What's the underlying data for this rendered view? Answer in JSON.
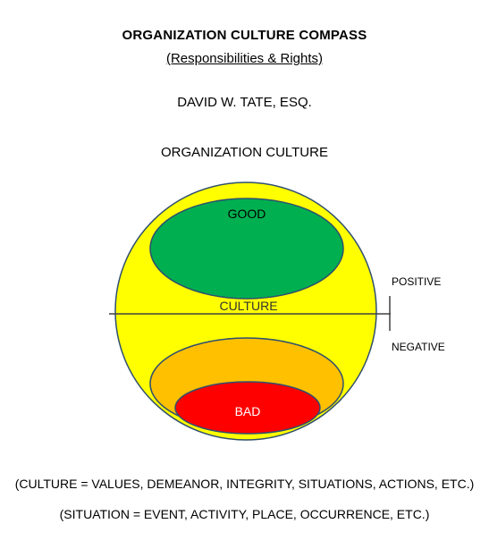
{
  "document": {
    "title": "ORGANIZATION CULTURE COMPASS",
    "subtitle": "(Responsibilities & Rights)",
    "author": "DAVID W. TATE, ESQ.",
    "heading": "ORGANIZATION CULTURE"
  },
  "diagram": {
    "labels": {
      "good": "GOOD",
      "culture": "CULTURE",
      "bad": "BAD",
      "positive": "POSITIVE",
      "negative": "NEGATIVE"
    },
    "colors": {
      "outer_circle": "#ffff00",
      "good_ellipse": "#00b050",
      "middle_band": "#ffc000",
      "bad_ellipse": "#ff0000",
      "outline": "#2f4f6f",
      "axis": "#404040"
    }
  },
  "notes": {
    "culture_definition": "(CULTURE = VALUES, DEMEANOR, INTEGRITY, SITUATIONS, ACTIONS, ETC.)",
    "situation_definition": "(SITUATION = EVENT, ACTIVITY, PLACE, OCCURRENCE, ETC.)"
  }
}
